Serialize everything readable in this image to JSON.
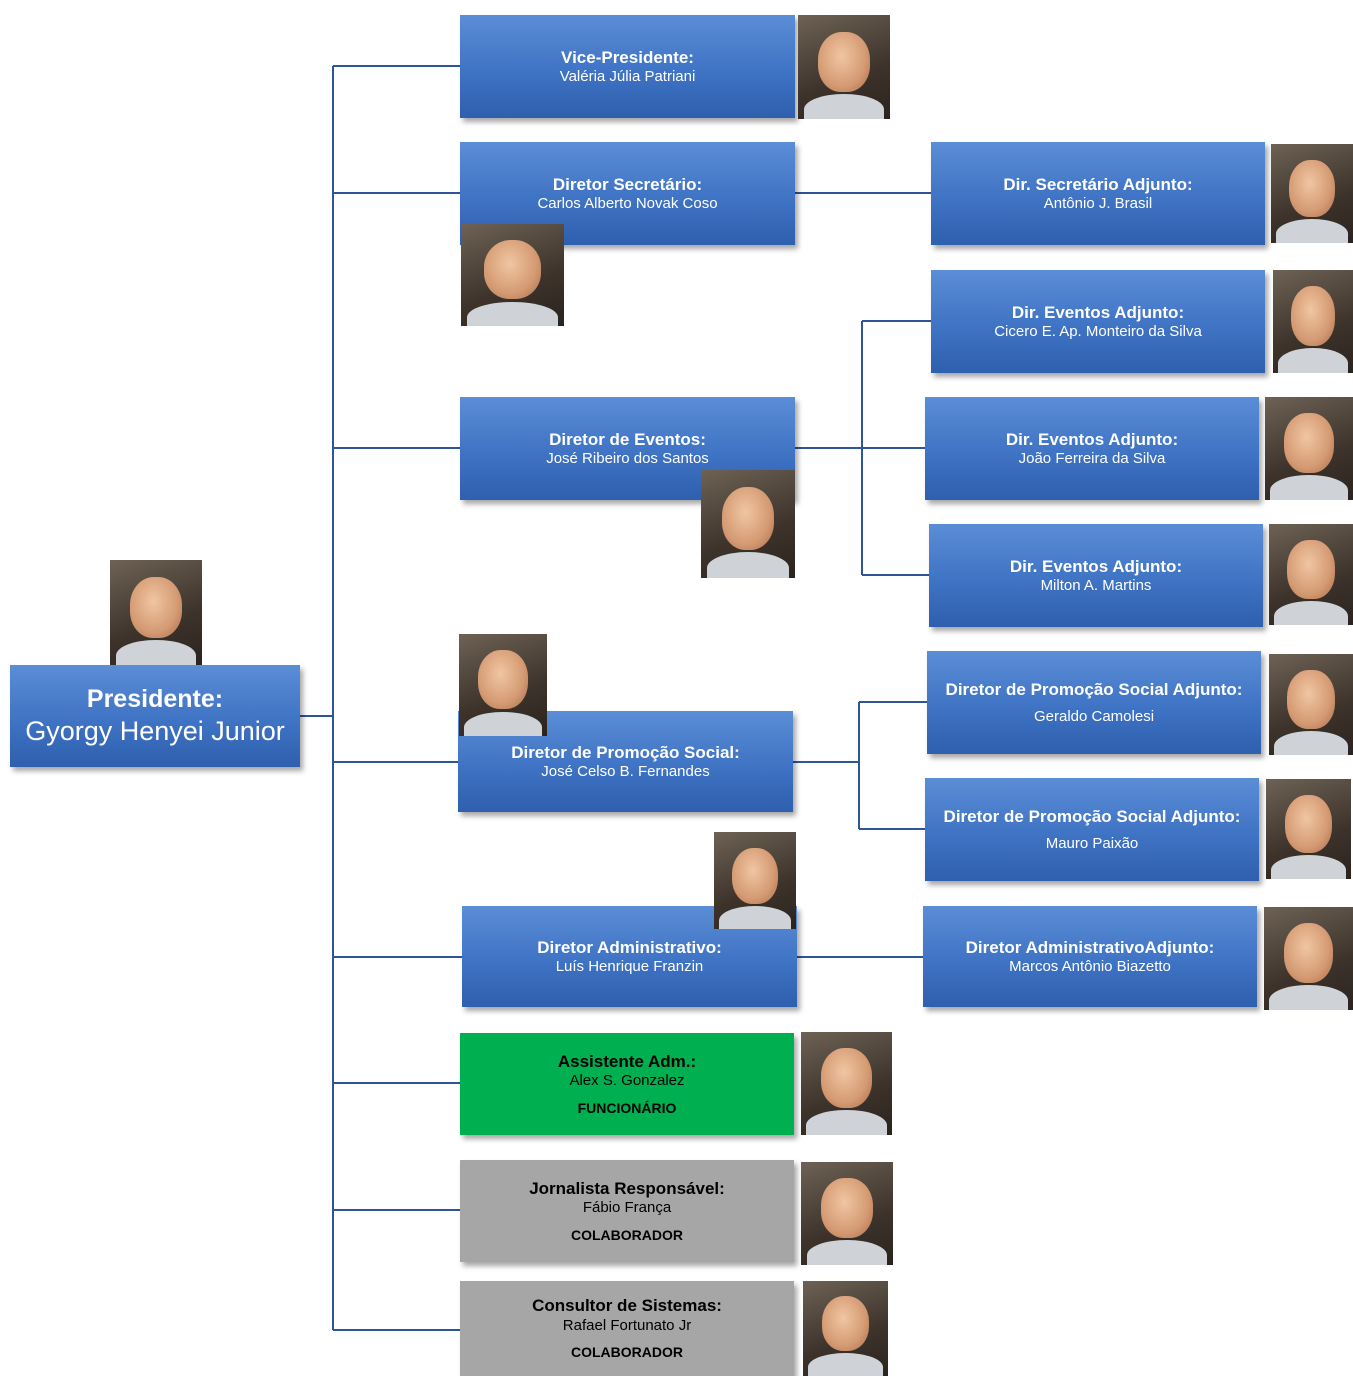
{
  "president": {
    "role": "Presidente:",
    "name": "Gyorgy Henyei Junior"
  },
  "vice_president": {
    "role": "Vice-Presidente:",
    "name": "Valéria Júlia Patriani"
  },
  "secretary": {
    "role": "Diretor Secretário:",
    "name": "Carlos Alberto Novak Coso"
  },
  "secretary_adjunct": {
    "role": "Dir. Secretário Adjunto:",
    "name": "Antônio J. Brasil"
  },
  "events": {
    "role": "Diretor de Eventos:",
    "name": "José Ribeiro dos Santos"
  },
  "events_adjuncts": [
    {
      "role": "Dir. Eventos Adjunto:",
      "name": "Cicero E. Ap. Monteiro da Silva"
    },
    {
      "role": "Dir. Eventos Adjunto:",
      "name": "João Ferreira da Silva"
    },
    {
      "role": "Dir. Eventos Adjunto:",
      "name": "Milton A. Martins"
    }
  ],
  "social": {
    "role": "Diretor de Promoção Social:",
    "name": "José Celso B. Fernandes"
  },
  "social_adjuncts": [
    {
      "role": "Diretor de Promoção Social Adjunto:",
      "name": "Geraldo Camolesi"
    },
    {
      "role": "Diretor de Promoção Social Adjunto:",
      "name": "Mauro Paixão"
    }
  ],
  "admin": {
    "role": "Diretor Administrativo:",
    "name": "Luís Henrique Franzin"
  },
  "admin_adjunct": {
    "role": "Diretor AdministrativoAdjunto:",
    "name": "Marcos Antônio Biazetto"
  },
  "assistant": {
    "role": "Assistente Adm.:",
    "name": "Alex S. Gonzalez",
    "tag": "FUNCIONÁRIO"
  },
  "journalist": {
    "role": "Jornalista Responsável:",
    "name": "Fábio França",
    "tag": "COLABORADOR"
  },
  "consultant": {
    "role": "Consultor de Sistemas:",
    "name": "Rafael Fortunato Jr",
    "tag": "COLABORADOR"
  },
  "colors": {
    "connector": "#2e5597",
    "box_blue": "#4472c4",
    "box_green": "#00b050",
    "box_gray": "#a6a6a6"
  }
}
